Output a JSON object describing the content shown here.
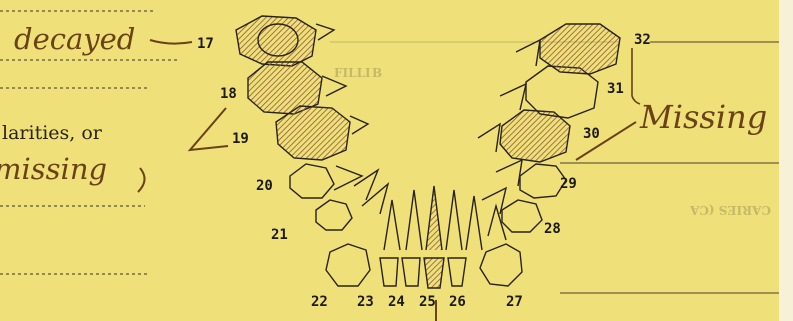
{
  "form": {
    "left_column": {
      "entry_decayed": "decayed",
      "printed_fragment": "larities,  or",
      "entry_missing": "missing"
    },
    "right_column": {
      "entry_missing": "Missing"
    }
  },
  "tooth_chart": {
    "upper_numbers": [
      "17",
      "18",
      "19",
      "20",
      "21"
    ],
    "right_numbers": [
      "32",
      "31",
      "30",
      "29",
      "28"
    ],
    "bottom_numbers": [
      "22",
      "23",
      "24",
      "25",
      "26",
      "27"
    ]
  },
  "bleed_through": {
    "line1": "FILLI",
    "line2": "CARIES (CA",
    "line3": "B"
  },
  "colors": {
    "paper": "#efe07a",
    "ink_handwriting": "#6a4216",
    "ink_print": "#1c1a15",
    "hatch": "#8a5a3a"
  }
}
